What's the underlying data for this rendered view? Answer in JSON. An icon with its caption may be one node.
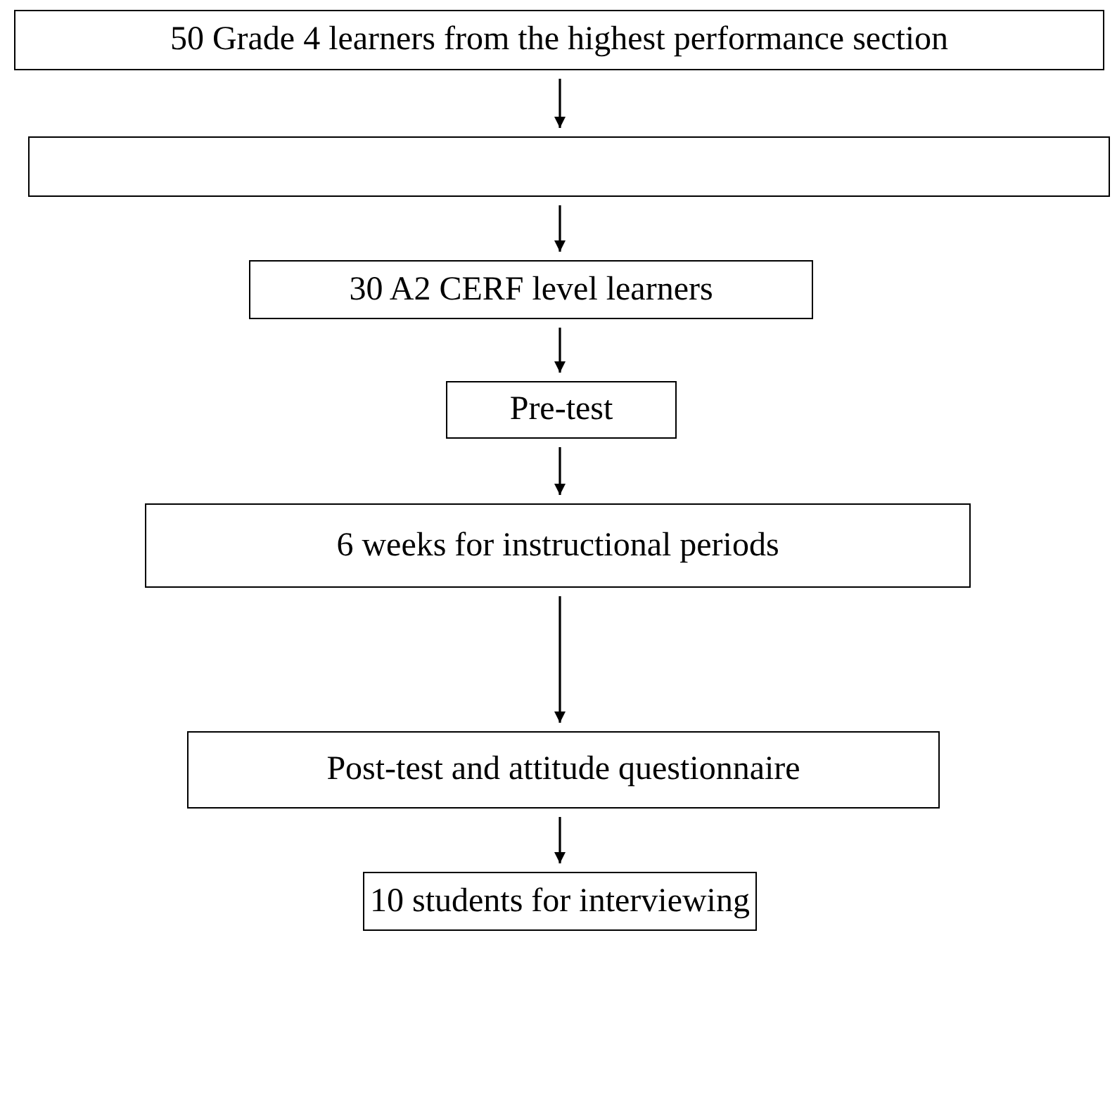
{
  "diagram": {
    "nodes": [
      {
        "text": [
          "50 Grade 4 learners from the highest performance section"
        ]
      },
      {
        "text": [],
        "shape": "box"
      },
      {
        "text": [
          "30 A2 CERF level learners"
        ]
      },
      {
        "text": [
          "Pre-test"
        ]
      },
      {
        "text": [
          "6 weeks for instructional periods"
        ]
      },
      {
        "text": [
          "Post-test and attitude questionnaire"
        ]
      },
      {
        "text": [
          "10 students for interviewing"
        ]
      }
    ],
    "edges": [
      {
        "from": 0,
        "to": 1,
        "arrow": "to"
      },
      {
        "from": 1,
        "to": 2,
        "arrow": "to"
      },
      {
        "from": 2,
        "to": 3,
        "arrow": "to"
      },
      {
        "from": 3,
        "to": 4,
        "arrow": "to"
      },
      {
        "from": 4,
        "to": 5,
        "arrow": "to"
      },
      {
        "from": 5,
        "to": 6,
        "arrow": "to"
      }
    ]
  }
}
